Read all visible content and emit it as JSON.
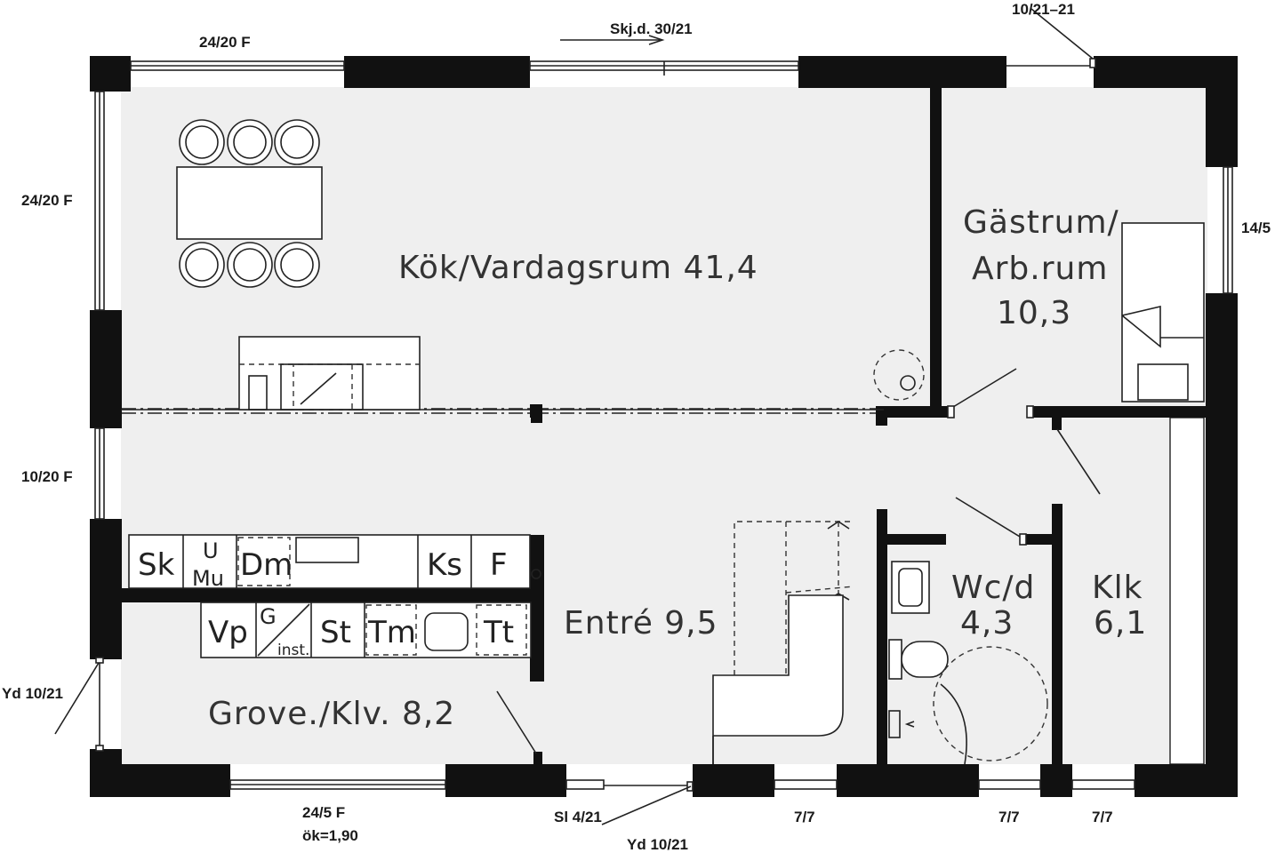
{
  "rooms": {
    "kitchen_living": "Kök/Vardagsrum 41,4",
    "guest_line1": "Gästrum/",
    "guest_line2": "Arb.rum",
    "guest_area": "10,3",
    "entry": "Entré 9,5",
    "utility": "Grove./Klv. 8,2",
    "wc": "Wc/d",
    "wc_area": "4,3",
    "closet": "Klk",
    "closet_area": "6,1"
  },
  "fixtures": {
    "sink": "Sk",
    "microwave_top": "U",
    "microwave_bottom": "Mu",
    "dishwasher": "Dm",
    "fridge": "Ks",
    "freezer": "F",
    "washbasin": "Vp",
    "installation_top": "G",
    "installation_bottom": "inst.",
    "cabinet": "St",
    "washer": "Tm",
    "dryer": "Tt"
  },
  "dimensions": {
    "top_window_left": "24/20 F",
    "top_sliding_door": "Skj.d. 30/21",
    "top_door_right": "10/21–21",
    "left_window_upper": "24/20 F",
    "left_window_lower": "10/20 F",
    "right_window": "14/5",
    "left_exterior_door": "Yd 10/21",
    "bottom_window_line1": "24/5 F",
    "bottom_window_line2": "ök=1,90",
    "bottom_sidelight": "Sl 4/21",
    "bottom_entry_door": "Yd 10/21",
    "bottom_window_a": "7/7",
    "bottom_window_b": "7/7",
    "bottom_window_c": "7/7"
  },
  "colors": {
    "wall": "#111111",
    "floor": "#efefef",
    "line": "#222222"
  }
}
